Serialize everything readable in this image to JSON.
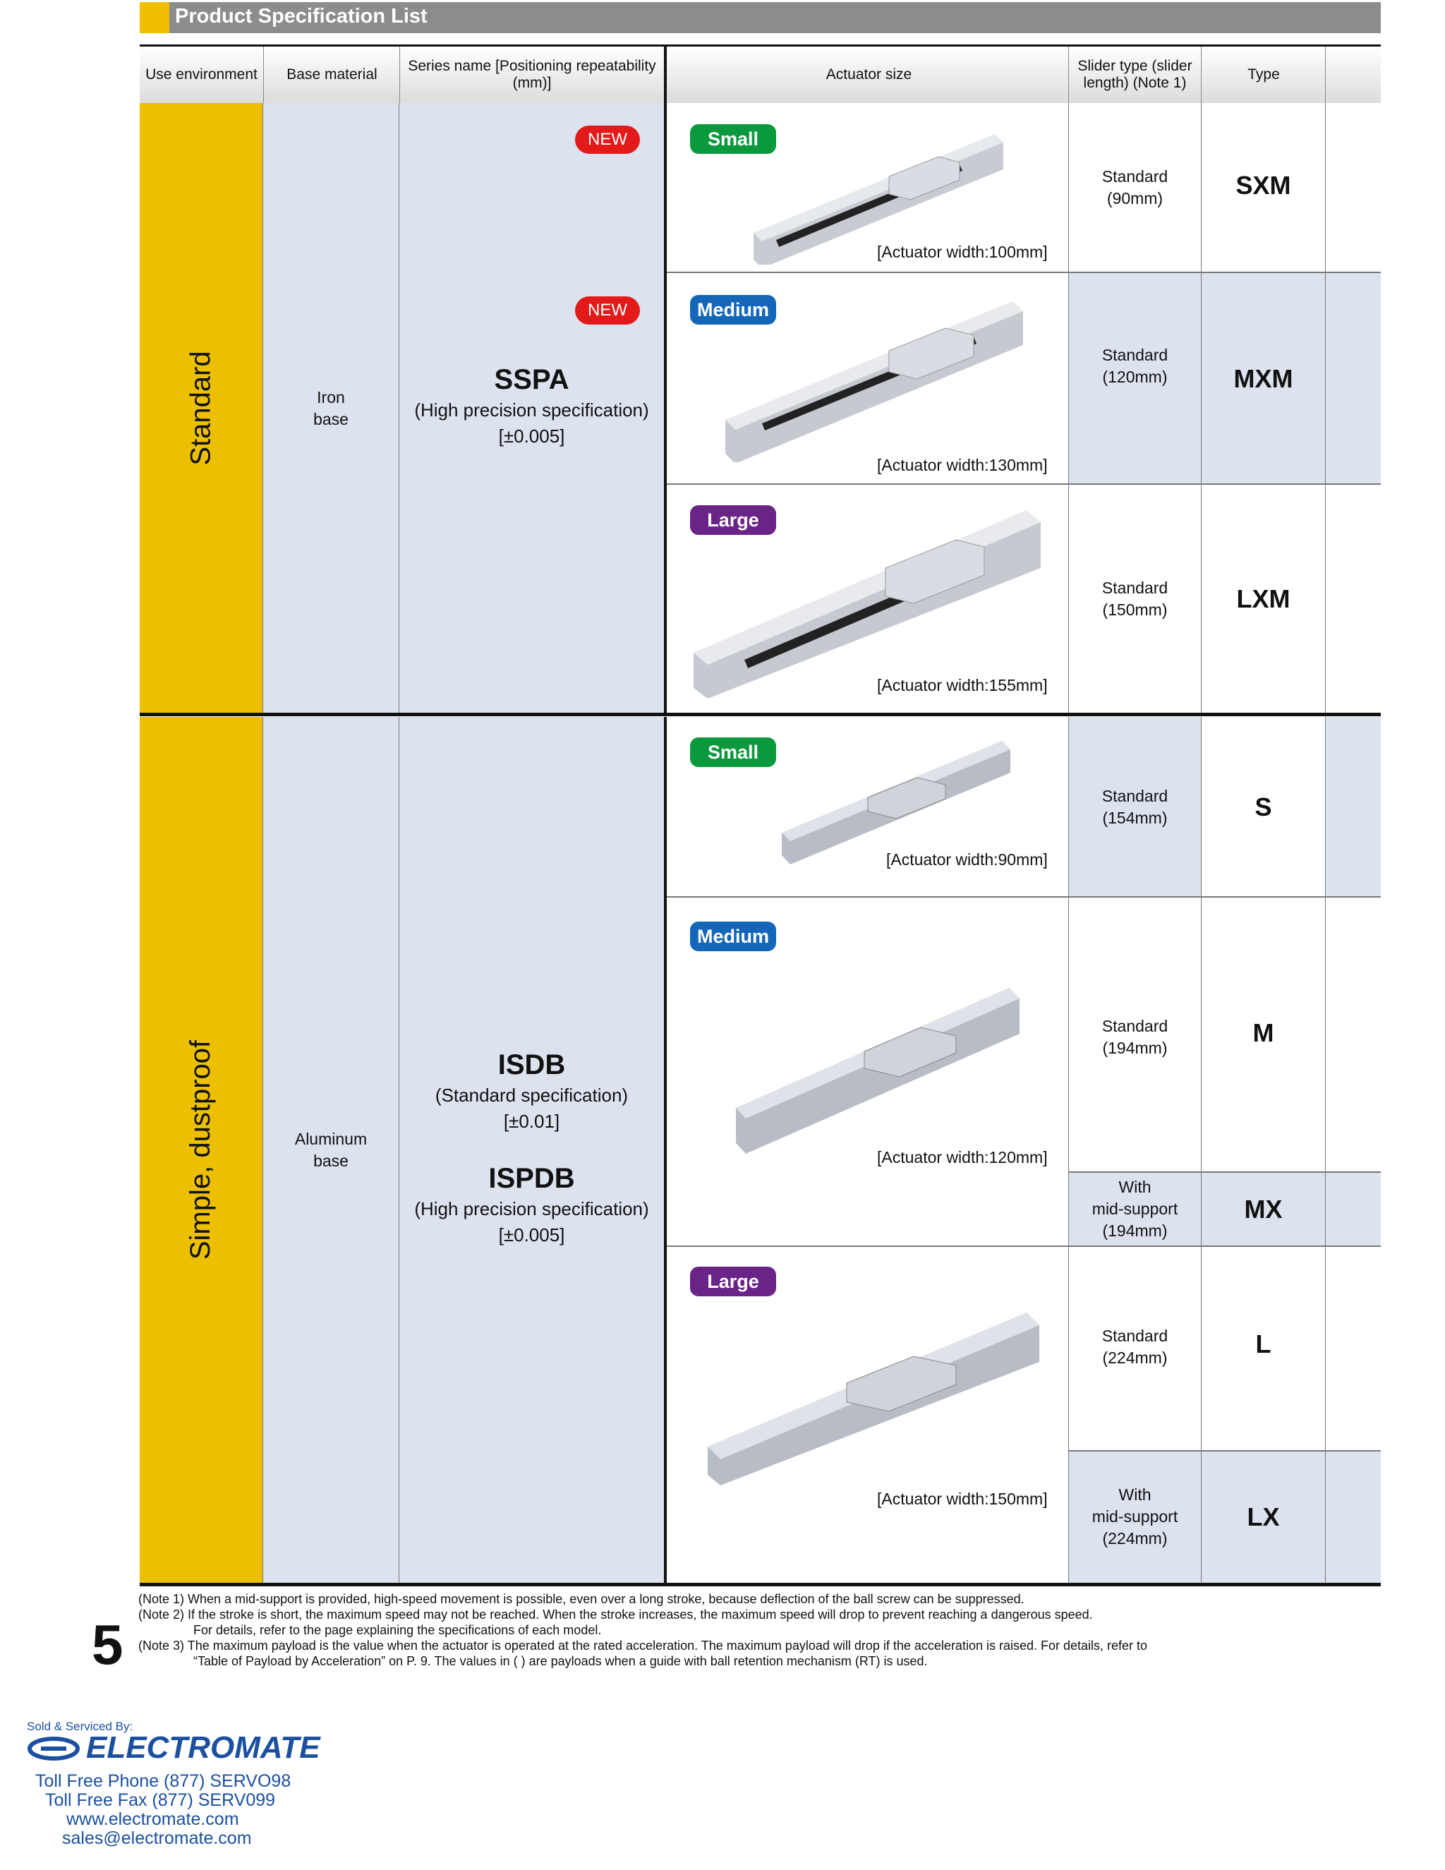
{
  "title": "Product Specification List",
  "headers": {
    "use_env": "Use environment",
    "base": "Base material",
    "series": "Series name [Positioning repeatability (mm)]",
    "actuator": "Actuator size",
    "slider": "Slider type (slider length) (Note 1)",
    "type": "Type"
  },
  "groups": [
    {
      "env": "Standard",
      "base": "Iron base",
      "series": [
        {
          "name": "SSPA",
          "spec": "(High precision specification)",
          "repeat": "[±0.005]"
        }
      ],
      "rows": [
        {
          "size": "Small",
          "new": "NEW",
          "width": "[Actuator width:100mm]",
          "slider": [
            "Standard",
            "(90mm)"
          ],
          "type": "SXM"
        },
        {
          "size": "Medium",
          "new": "NEW",
          "width": "[Actuator width:130mm]",
          "slider": [
            "Standard",
            "(120mm)"
          ],
          "type": "MXM"
        },
        {
          "size": "Large",
          "width": "[Actuator width:155mm]",
          "slider": [
            "Standard",
            "(150mm)"
          ],
          "type": "LXM"
        }
      ]
    },
    {
      "env": "Simple, dustproof",
      "base": "Aluminum base",
      "series": [
        {
          "name": "ISDB",
          "spec": "(Standard specification)",
          "repeat": "[±0.01]"
        },
        {
          "name": "ISPDB",
          "spec": "(High precision specification)",
          "repeat": "[±0.005]"
        }
      ],
      "rows": [
        {
          "size": "Small",
          "width": "[Actuator width:90mm]",
          "slider": [
            "Standard",
            "(154mm)"
          ],
          "type": "S"
        },
        {
          "size": "Medium",
          "width": "[Actuator width:120mm]",
          "slider": [
            "Standard",
            "(194mm)"
          ],
          "type": "M"
        },
        {
          "slider": [
            "With",
            "mid-support",
            "(194mm)"
          ],
          "type": "MX"
        },
        {
          "size": "Large",
          "width": "[Actuator width:150mm]",
          "slider": [
            "Standard",
            "(224mm)"
          ],
          "type": "L"
        },
        {
          "slider": [
            "With",
            "mid-support",
            "(224mm)"
          ],
          "type": "LX"
        }
      ]
    }
  ],
  "notes": [
    "(Note 1)  When a mid-support is provided, high-speed movement is possible, even over a long stroke, because deflection of the ball screw can be suppressed.",
    "(Note 2)  If the stroke is short, the maximum speed may not be reached. When the stroke increases, the maximum speed will drop to prevent reaching a dangerous speed.",
    "For details, refer to the page explaining the specifications of each model.",
    "(Note 3)  The maximum payload is the value when the actuator is operated at the rated acceleration. The maximum payload will drop if the acceleration is raised. For details, refer to",
    "“Table of Payload by Acceleration” on P. 9.  The values in ( ) are payloads when a guide with ball retention mechanism (RT) is used."
  ],
  "page_number": "5",
  "footer": {
    "sold": "Sold & Serviced By:",
    "brand": "ELECTROMATE",
    "phone": "Toll Free Phone  (877) SERVO98",
    "fax": "Toll Free Fax  (877) SERV099",
    "web": "www.electromate.com",
    "email": "sales@electromate.com"
  }
}
